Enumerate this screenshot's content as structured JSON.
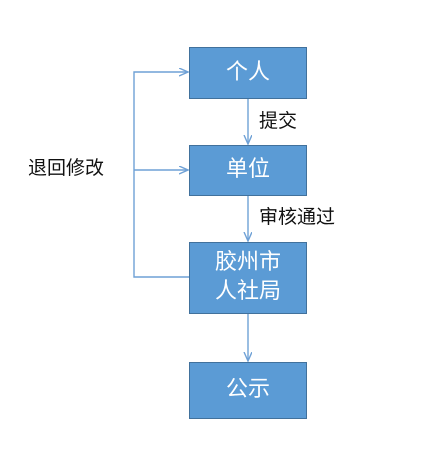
{
  "nodes": {
    "personal": {
      "label": "个人"
    },
    "unit": {
      "label": "单位"
    },
    "bureau": {
      "label": "胶州市\n人社局"
    },
    "publicity": {
      "label": "公示"
    }
  },
  "edges": {
    "submit": {
      "label": "提交"
    },
    "approve": {
      "label": "审核通过"
    },
    "return_modify": {
      "label": "退回修改"
    }
  },
  "colors": {
    "node_fill": "#5b9bd5",
    "node_border": "#41719c",
    "arrow": "#6fa1d6",
    "text_light": "#ffffff",
    "text_dark": "#111111"
  }
}
